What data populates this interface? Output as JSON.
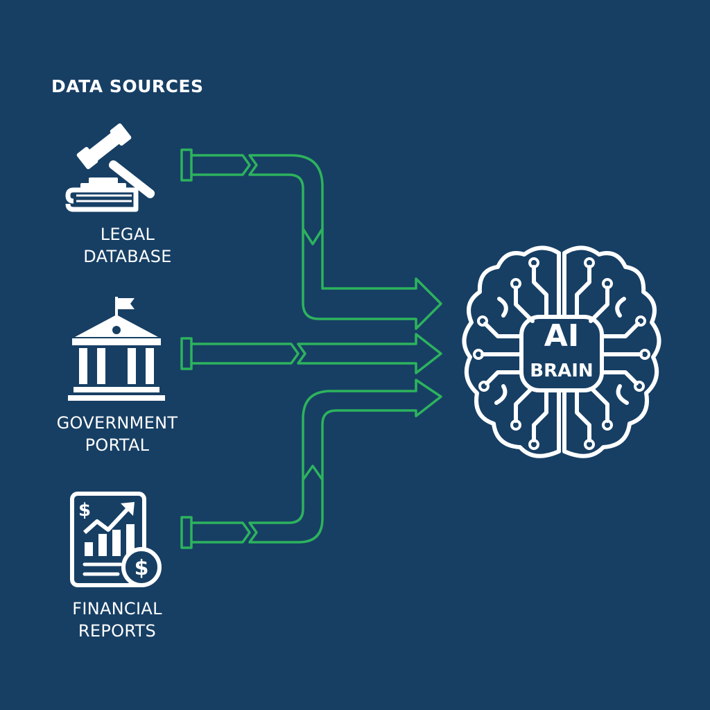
{
  "diagram": {
    "heading": "DATA SOURCES",
    "sources": [
      {
        "id": "legal",
        "line1": "LEGAL",
        "line2": "DATABASE",
        "icon": "gavel-book-icon"
      },
      {
        "id": "government",
        "line1": "GOVERNMENT",
        "line2": "PORTAL",
        "icon": "government-building-icon"
      },
      {
        "id": "financial",
        "line1": "FINANCIAL",
        "line2": "REPORTS",
        "icon": "financial-report-icon"
      }
    ],
    "target": {
      "line1": "AI",
      "line2": "BRAIN",
      "icon": "circuit-brain-icon"
    },
    "colors": {
      "background": "#173f64",
      "arrow": "#2db35d",
      "text": "#ffffff"
    }
  }
}
